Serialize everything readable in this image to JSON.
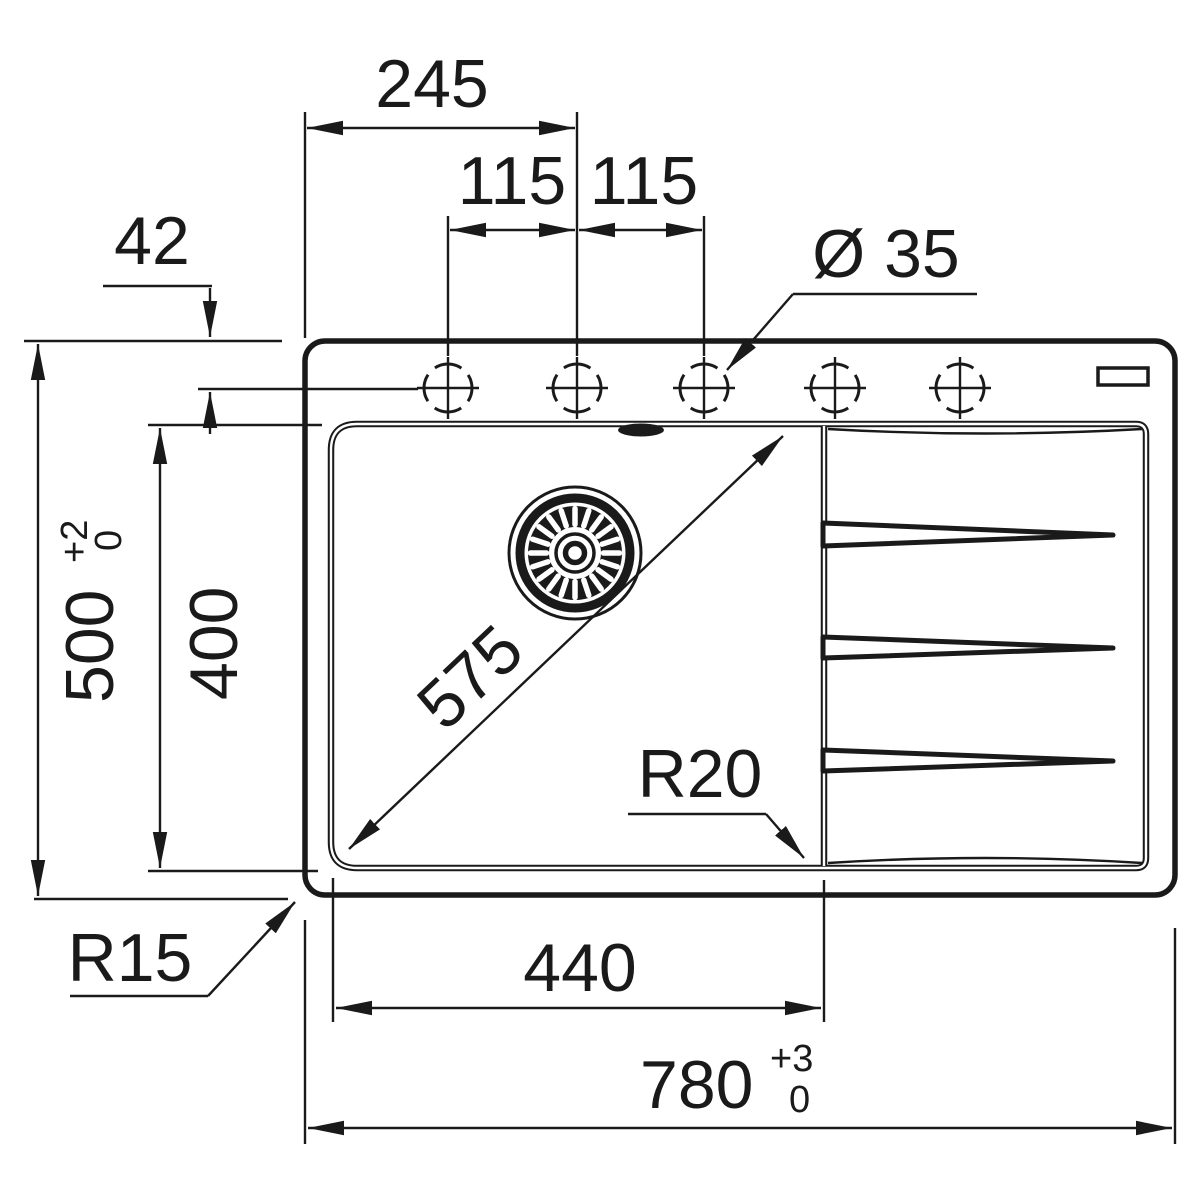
{
  "drawing": {
    "type": "sink-installation-technical-drawing",
    "view": "top-view-with-dimensions",
    "colors": {
      "line": "#1a1a1a",
      "background": "#ffffff"
    },
    "units": "mm",
    "labels": {
      "dim_left_edge_to_center_hole": "245",
      "dim_hole_spacing_left": "115",
      "dim_hole_spacing_right": "115",
      "dim_hole_offset_from_edge": "42",
      "dim_hole_diameter": "Ø 35",
      "dim_overall_depth": "500",
      "dim_overall_depth_tol_plus": "+2",
      "dim_overall_depth_tol_minus": "0",
      "dim_bowl_depth": "400",
      "dim_bowl_diagonal": "575",
      "dim_bowl_corner_radius": "R20",
      "dim_outer_corner_radius": "R15",
      "dim_bowl_width": "440",
      "dim_overall_width": "780",
      "dim_overall_width_tol_plus": "+3",
      "dim_overall_width_tol_minus": "0"
    },
    "features": {
      "faucet_holes_count": 5,
      "drainer_grooves_count": 3,
      "has_waste_strainer": true,
      "has_overflow_slot": true,
      "has_accessory_knockout": true
    }
  }
}
